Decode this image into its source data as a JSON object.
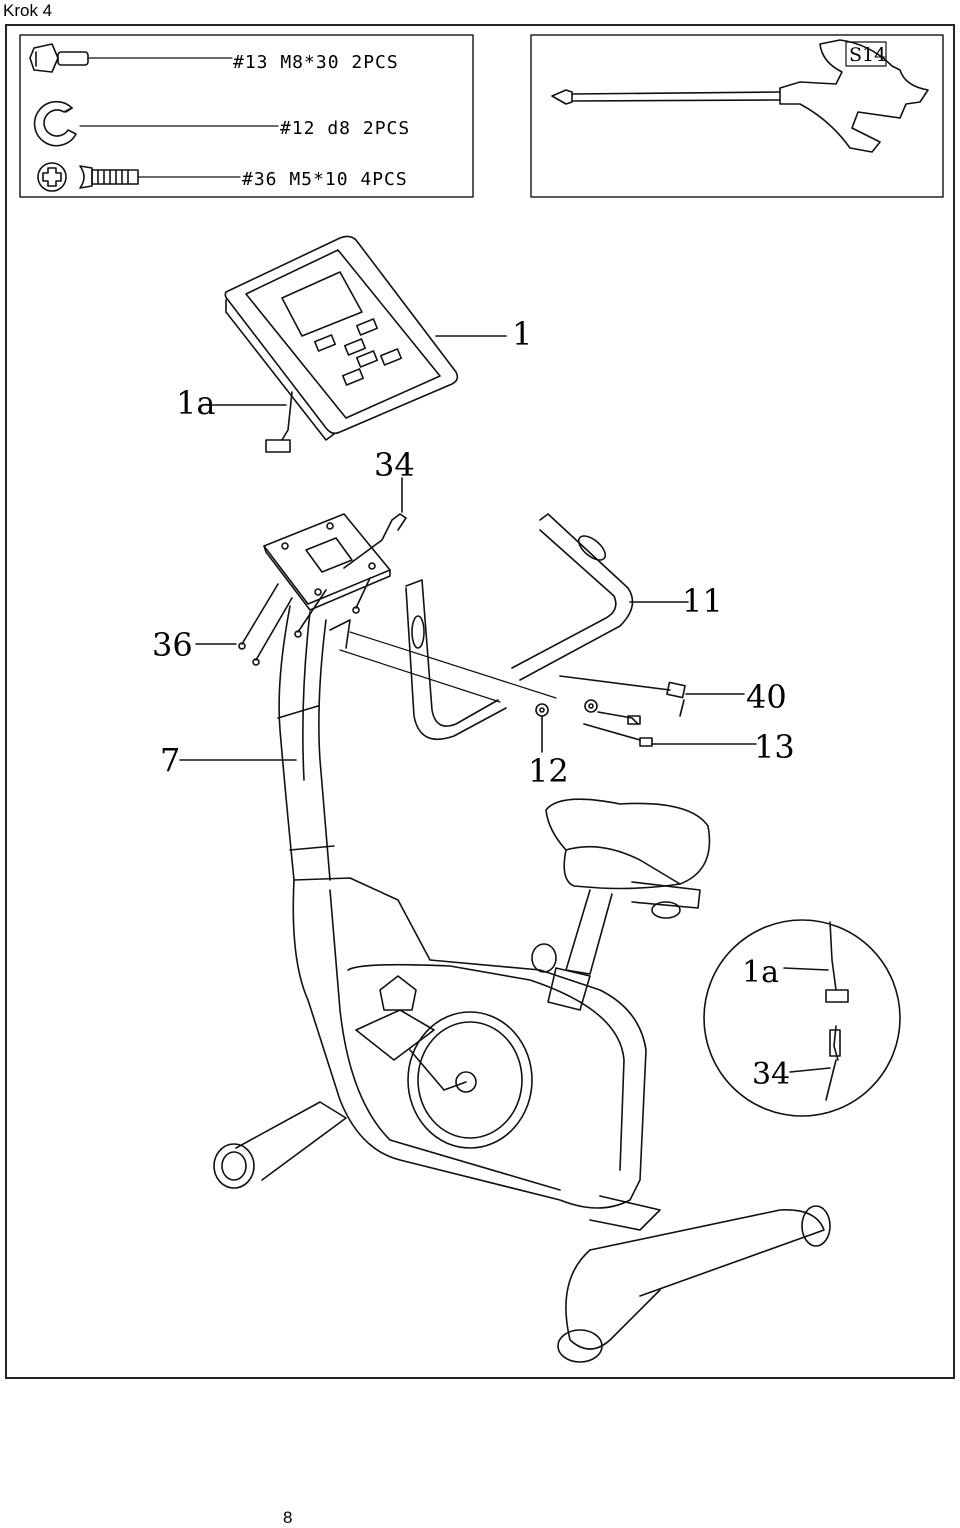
{
  "page": {
    "step_title": "Krok 4",
    "page_number": "8"
  },
  "hardware": [
    {
      "id": "13",
      "label": "#13 M8*30 2PCS",
      "icon": "hex-bolt-icon"
    },
    {
      "id": "12",
      "label": "#12 d8 2PCS",
      "icon": "split-washer-icon"
    },
    {
      "id": "36",
      "label": "#36 M5*10 4PCS",
      "icon": "phillips-screw-icon"
    }
  ],
  "tool": {
    "label": "S14",
    "icon": "wrench-screwdriver-icon"
  },
  "callouts": {
    "console": "1",
    "console_cable": "1a",
    "sensor_cable": "34",
    "screws": "36",
    "upright_post": "7",
    "handlebar": "11",
    "pulse_cable": "40",
    "washer": "12",
    "bolt": "13",
    "detail_console_cable": "1a",
    "detail_sensor_cable": "34"
  }
}
